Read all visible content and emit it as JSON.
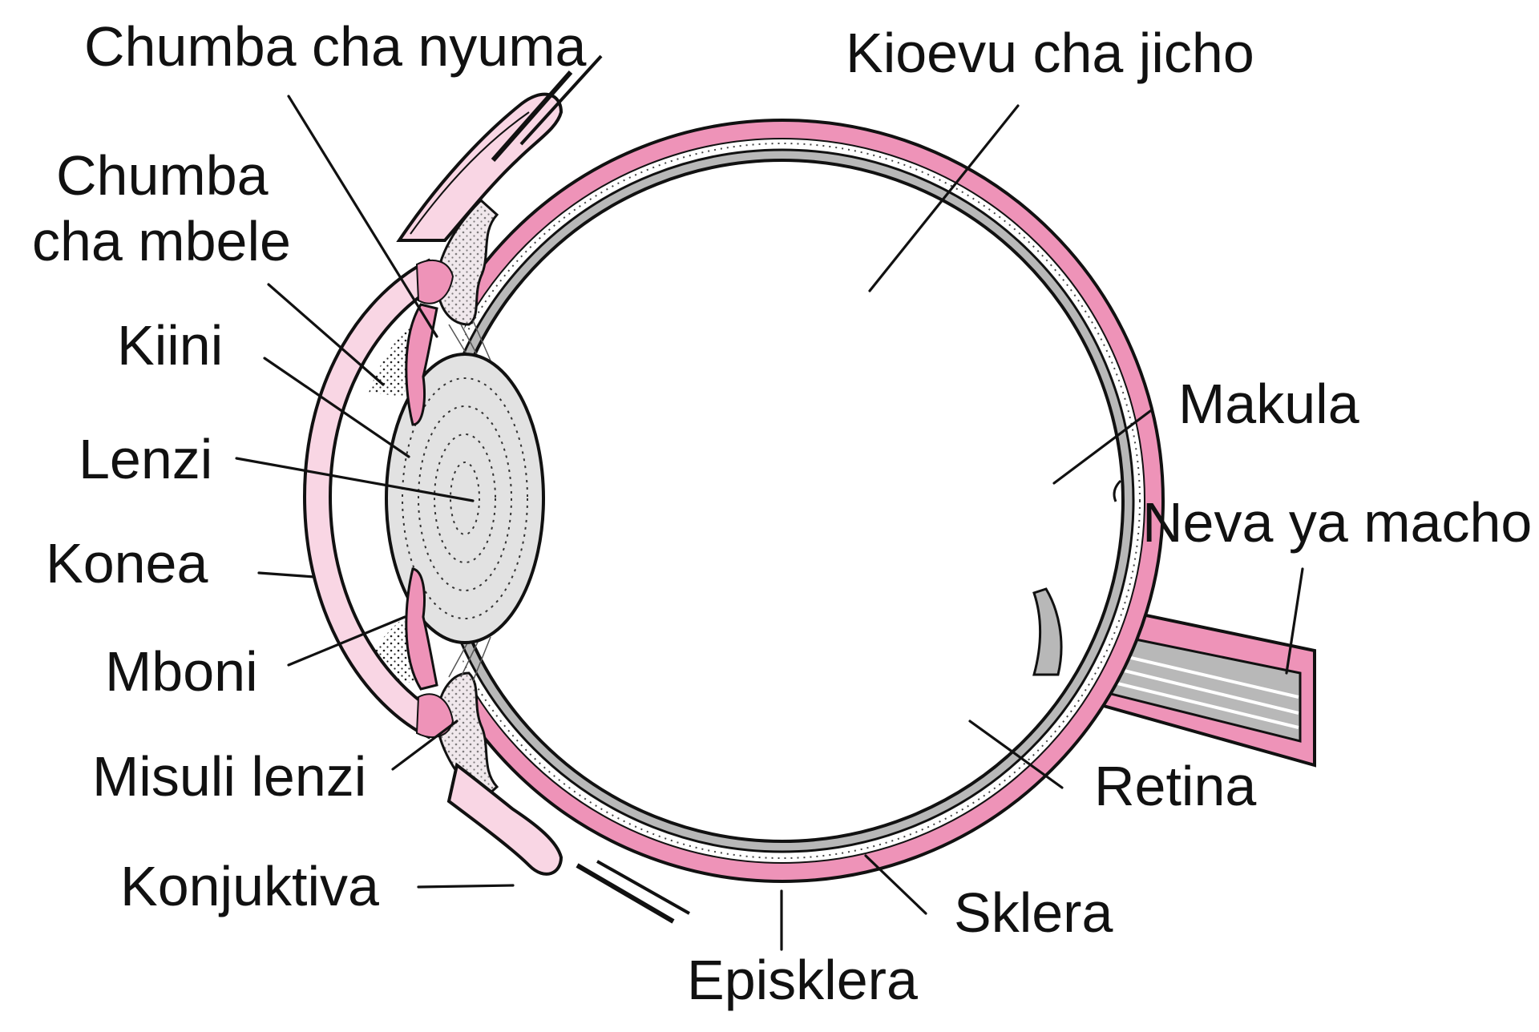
{
  "colors": {
    "pink": "#ee93b8",
    "light_pink": "#f9d6e4",
    "gray": "#b8b8b8",
    "lens_fill": "#e2e2e2",
    "outline": "#111111",
    "background": "#ffffff"
  },
  "labels": {
    "chumba_nyuma": "Chumba cha nyuma",
    "chumba_mbele_1": "Chumba",
    "chumba_mbele_2": "cha mbele",
    "kiini": "Kiini",
    "lenzi": "Lenzi",
    "konea": "Konea",
    "mboni": "Mboni",
    "misuli_lenzi": "Misuli lenzi",
    "konjuktiva": "Konjuktiva",
    "kioevu": "Kioevu cha jicho",
    "makula": "Makula",
    "neva": "Neva ya macho",
    "retina": "Retina",
    "sklera": "Sklera",
    "episklera": "Episklera"
  }
}
